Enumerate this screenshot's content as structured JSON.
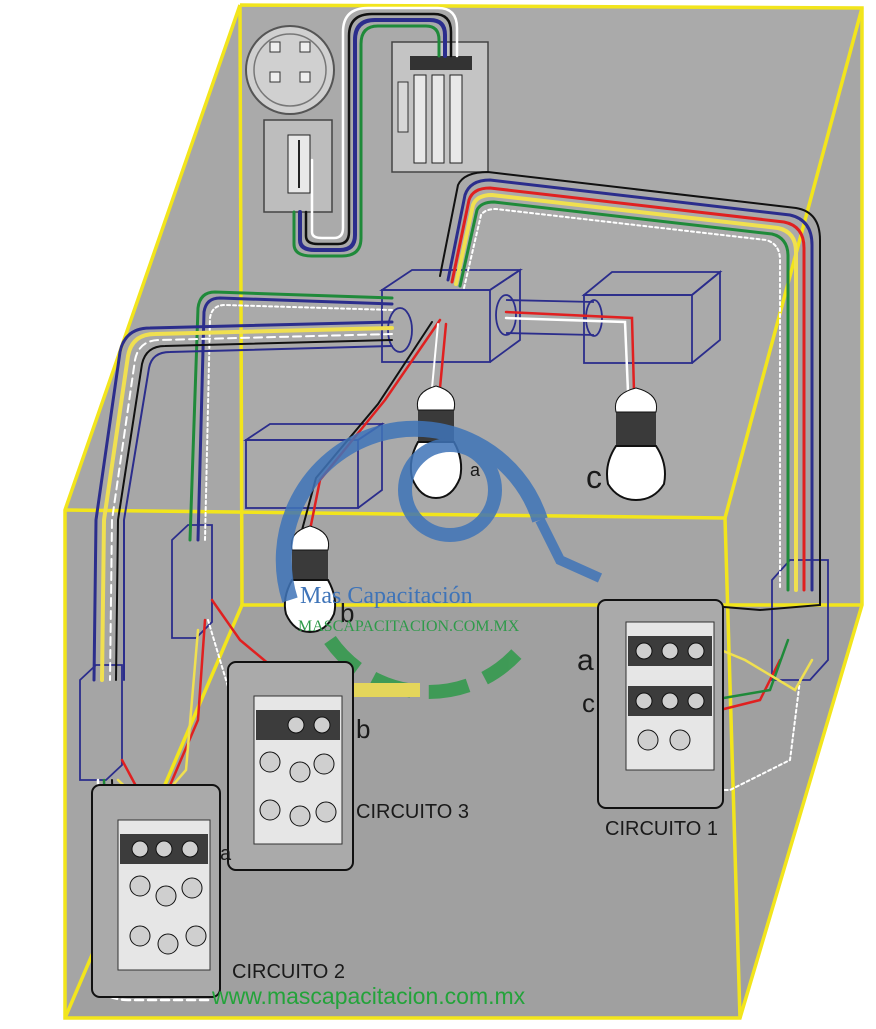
{
  "labels": {
    "bulb_a": "a",
    "bulb_b": "b",
    "bulb_c": "c",
    "switch_a_c_top": "a",
    "switch_a_c_bottom": "c",
    "switch_b": "b",
    "switch_a": "a",
    "circuit_1": "CIRCUITO 1",
    "circuit_2": "CIRCUITO 2",
    "circuit_3": "CIRCUITO 3"
  },
  "watermark": {
    "title": "Mas Capacitación",
    "url": "MASCAPACITACION.COM.MX"
  },
  "footer_url": "www.mascapacitacion.com.mx",
  "colors": {
    "room_fill": "#a8a8a8",
    "room_edge": "#f2e51c",
    "box_outline": "#2b2d8c",
    "wire_blue": "#2b2d8c",
    "wire_green": "#1f8a3a",
    "wire_white": "#ffffff",
    "wire_yellow": "#f0e050",
    "wire_red": "#e02020",
    "wire_black": "#111111",
    "watermark_blue": "#3f74b8",
    "watermark_green": "#2f9a4a",
    "footer_green": "#23a33a"
  },
  "icons": [
    "meter-icon",
    "breaker-panel-icon",
    "junction-box-icon",
    "light-bulb-icon",
    "switch-plate-icon",
    "logo-icon"
  ]
}
